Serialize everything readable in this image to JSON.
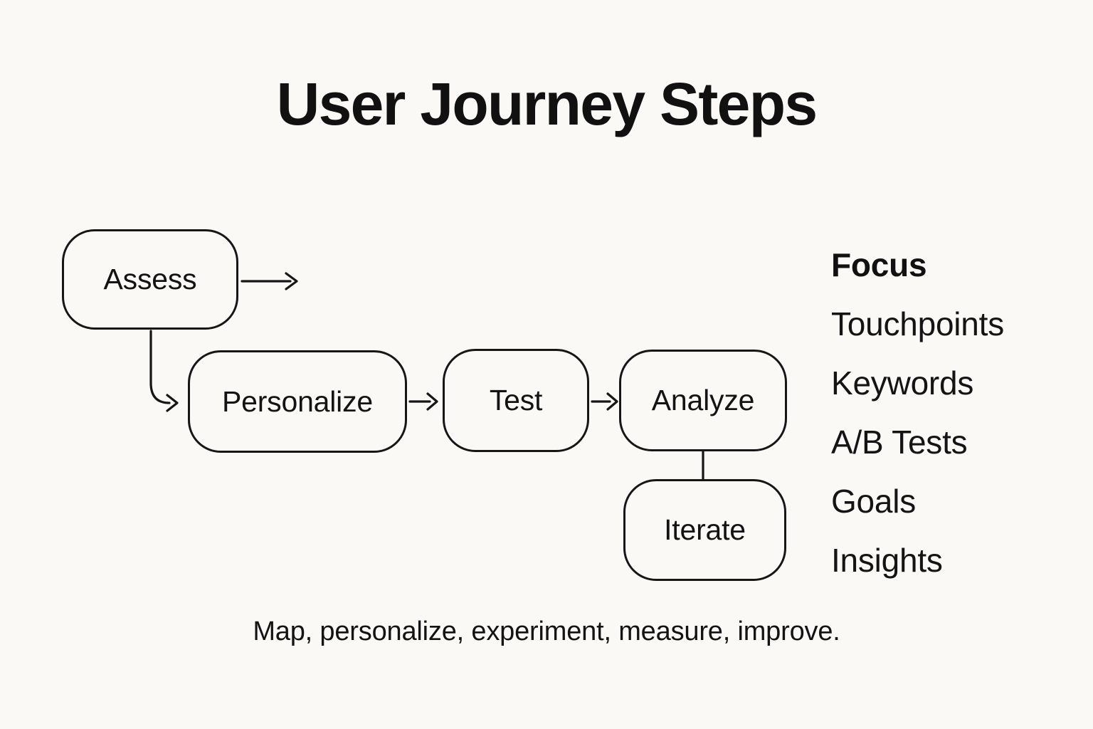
{
  "title": "User Journey Steps",
  "flow": {
    "nodes": [
      {
        "id": "assess",
        "label": "Assess"
      },
      {
        "id": "personalize",
        "label": "Personalize"
      },
      {
        "id": "test",
        "label": "Test"
      },
      {
        "id": "analyze",
        "label": "Analyze"
      },
      {
        "id": "iterate",
        "label": "Iterate"
      }
    ],
    "connections": [
      {
        "from": "assess",
        "to": "",
        "style": "arrow-right-open"
      },
      {
        "from": "assess",
        "to": "personalize",
        "style": "down-then-right-arrow"
      },
      {
        "from": "personalize",
        "to": "test",
        "style": "arrow-right"
      },
      {
        "from": "test",
        "to": "analyze",
        "style": "arrow-right"
      },
      {
        "from": "analyze",
        "to": "iterate",
        "style": "plain-line-down"
      }
    ]
  },
  "legend": {
    "heading": "Focus",
    "items": [
      "Touchpoints",
      "Keywords",
      "A/B Tests",
      "Goals",
      "Insights"
    ]
  },
  "caption": "Map, personalize, experiment, measure, improve.",
  "colors": {
    "background": "#faf9f6",
    "stroke": "#161616",
    "text": "#131313"
  }
}
